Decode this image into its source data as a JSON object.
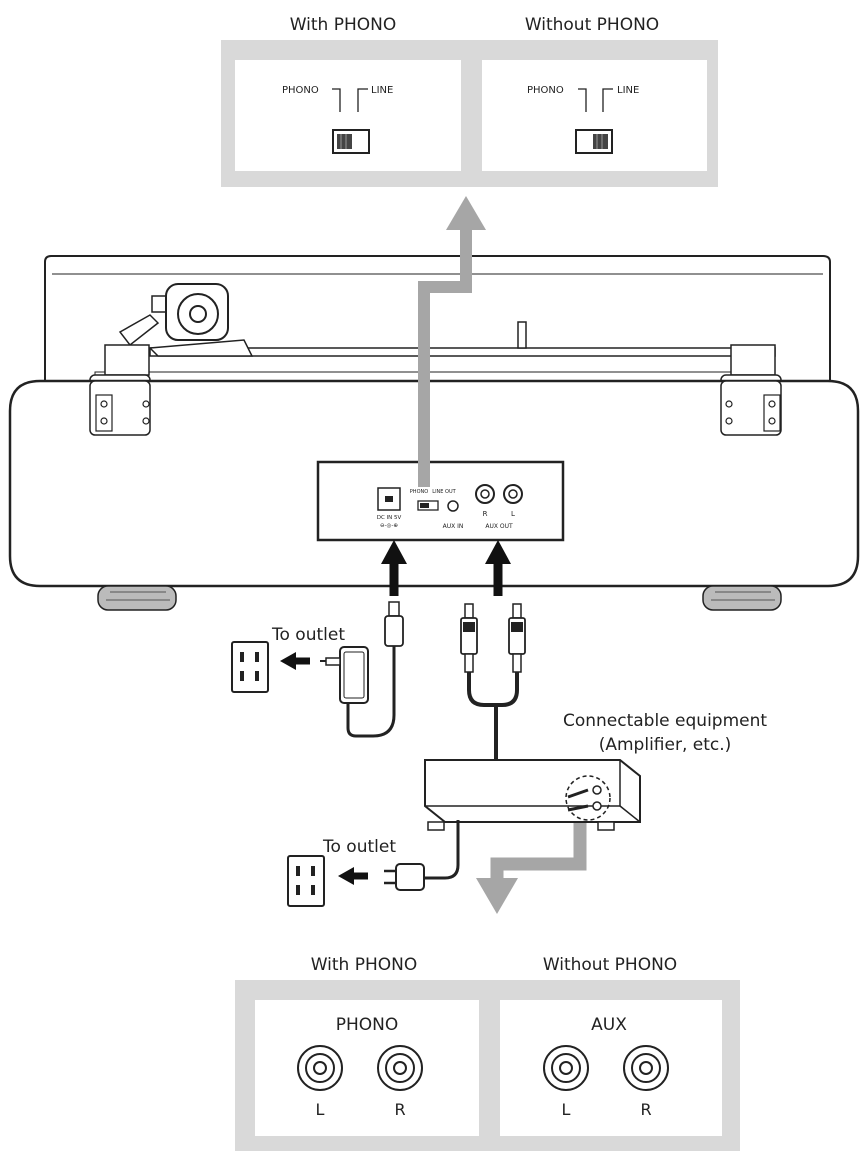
{
  "top_panel": {
    "with_label": "With PHONO",
    "without_label": "Without PHONO",
    "switch_phono_label": "PHONO",
    "switch_line_label": "LINE"
  },
  "rear_panel": {
    "switch_phono_label": "PHONO",
    "switch_line_label": "LINE OUT",
    "dc_in_label": "DC IN 5V",
    "dc_in_symbol": "⊖-◎-⊕",
    "aux_in_label": "AUX IN",
    "aux_out_r": "R",
    "aux_out_l": "L",
    "aux_out_label": "AUX OUT"
  },
  "labels": {
    "to_outlet_1": "To outlet",
    "to_outlet_2": "To outlet",
    "equipment_line1": "Connectable equipment",
    "equipment_line2": "(Amplifier, etc.)"
  },
  "bottom_panel": {
    "with_label": "With PHONO",
    "without_label": "Without PHONO",
    "phono_label": "PHONO",
    "aux_label": "AUX",
    "left_label_1": "L",
    "right_label_1": "R",
    "left_label_2": "L",
    "right_label_2": "R"
  },
  "colors": {
    "panel_gray": "#d9d9d9",
    "arrow_gray": "#a6a6a6",
    "line_black": "#222222"
  }
}
